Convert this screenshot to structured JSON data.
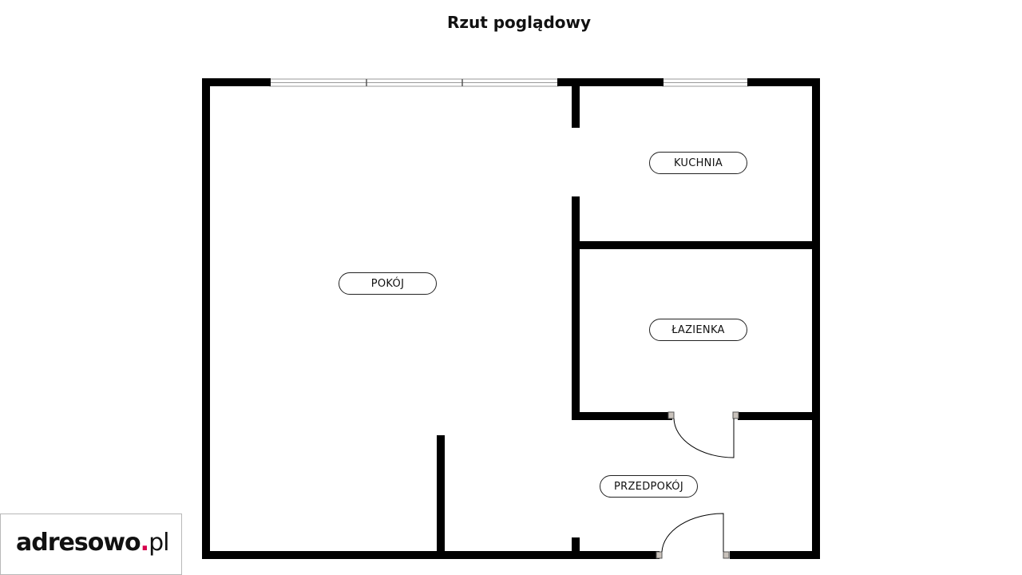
{
  "title": "Rzut poglądowy",
  "rooms": {
    "pokoj": "POKÓJ",
    "kuchnia": "KUCHNIA",
    "lazienka": "ŁAZIENKA",
    "przedpokoj": "PRZEDPOKÓJ"
  },
  "logo": {
    "name": "adresowo",
    "dot": ".",
    "tld": "pl",
    "dot_color": "#d6004c"
  },
  "colors": {
    "wall": "#000000",
    "background": "#ffffff"
  }
}
